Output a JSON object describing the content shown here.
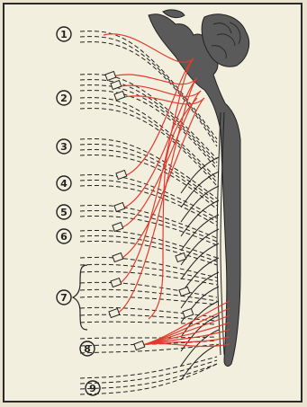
{
  "labels": [
    {
      "text": "1"
    },
    {
      "text": "2"
    },
    {
      "text": "3"
    },
    {
      "text": "4"
    },
    {
      "text": "5"
    },
    {
      "text": "6"
    },
    {
      "text": "7"
    },
    {
      "text": "8"
    },
    {
      "text": "9"
    }
  ],
  "colors": {
    "background": "#f3efde",
    "border": "#2a2a2a",
    "cord": "#5a5a5a",
    "red_nerve": "#e23a2e",
    "black_nerve": "#222222"
  }
}
